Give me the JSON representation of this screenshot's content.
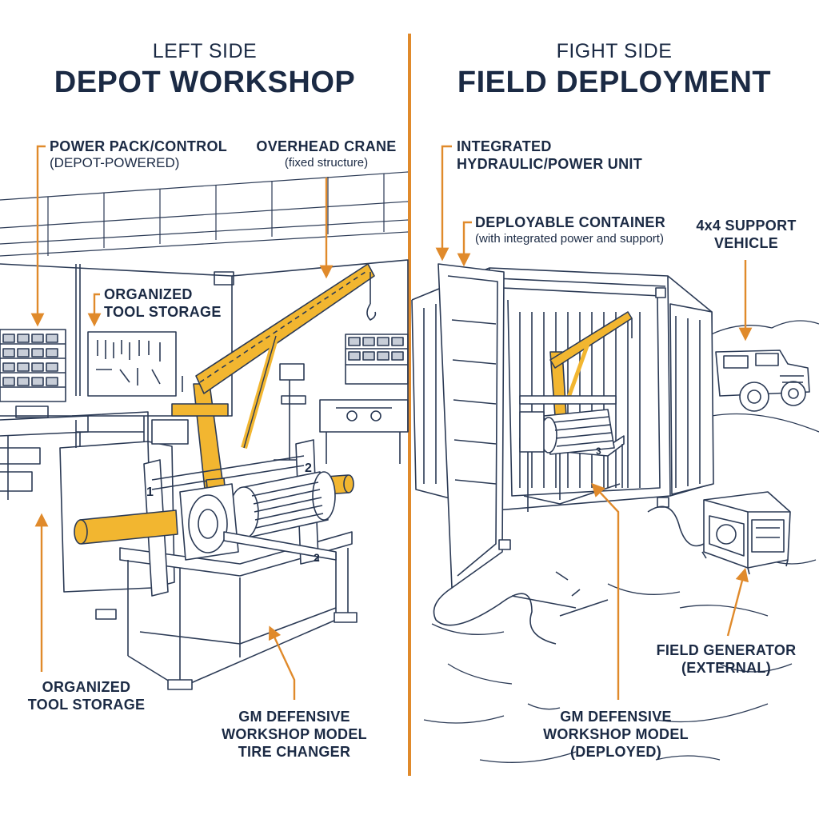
{
  "colors": {
    "ink": "#1b2a44",
    "accent": "#e08a2b",
    "yellow": "#f2b630",
    "line": "#2b3a55"
  },
  "left": {
    "supertitle": "LEFT SIDE",
    "title": "DEPOT WORKSHOP",
    "labels": {
      "power_pack": [
        "POWER PACK/CONTROL"
      ],
      "power_pack_sub": "(DEPOT-POWERED)",
      "overhead_crane": [
        "OVERHEAD CRANE"
      ],
      "overhead_crane_sub": "(fixed structure)",
      "tool_storage_top": [
        "ORGANIZED",
        "TOOL STORAGE"
      ],
      "tool_storage_bottom": [
        "ORGANIZED",
        "TOOL STORAGE"
      ],
      "tire_changer": [
        "GM DEFENSIVE",
        "WORKSHOP MODEL",
        "TIRE CHANGER"
      ]
    },
    "frame_markers": [
      "1",
      "2",
      "2"
    ]
  },
  "right": {
    "supertitle": "FIGHT SIDE",
    "title": "FIELD DEPLOYMENT",
    "labels": {
      "hydraulic_unit": [
        "INTEGRATED",
        "HYDRAULIC/POWER UNIT"
      ],
      "container": [
        "DEPLOYABLE CONTAINER"
      ],
      "container_sub": "(with integrated power and support)",
      "support_vehicle": [
        "4x4 SUPPORT",
        "VEHICLE"
      ],
      "generator": [
        "FIELD GENERATOR",
        "(EXTERNAL)"
      ],
      "deployed_model": [
        "GM DEFENSIVE",
        "WORKSHOP MODEL",
        "(DEPLOYED)"
      ]
    },
    "frame_markers": [
      "3"
    ]
  }
}
